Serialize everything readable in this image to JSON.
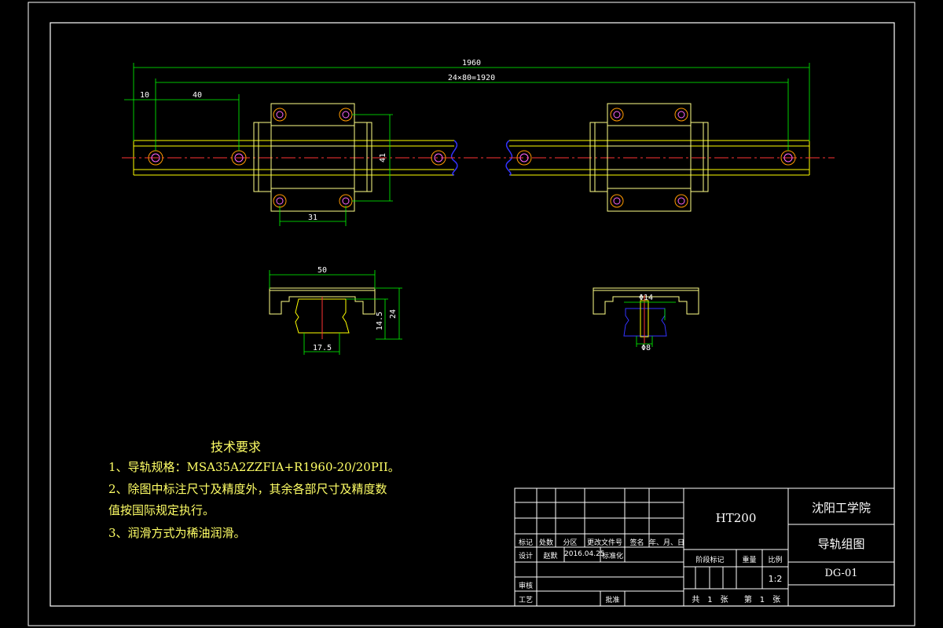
{
  "dimensions": {
    "overall_length": "1960",
    "pitch_total": "24×80=1920",
    "end_offset": "10",
    "first_pitch": "40",
    "block_height": "41",
    "hole_spacing": "31",
    "section_width": "50",
    "section_height": "24",
    "rail_height": "14.5",
    "rail_width": "17.5",
    "bolt_dia": "Φ14",
    "bolt_hole": "Φ8"
  },
  "tech_requirements": {
    "title": "技术要求",
    "line1": "1、导轨规格：MSA35A2ZZFIA+R1960-20/20PII。",
    "line2": "2、除图中标注尺寸及精度外，其余各部尺寸及精度数",
    "line3": "值按国际规定执行。",
    "line4": "3、润滑方式为稀油润滑。"
  },
  "title_block": {
    "material": "HT200",
    "school": "沈阳工学院",
    "drawing_name": "导轨组图",
    "drawing_no": "DG-01",
    "scale": "1:2",
    "header_mark": "标记",
    "header_count": "处数",
    "header_zone": "分区",
    "header_doc": "更改文件号",
    "header_sign": "签名",
    "header_date": "年、月、日",
    "design_label": "设计",
    "designer": "赵默",
    "design_date": "2016.04.25",
    "standard_label": "标准化",
    "review_label": "审核",
    "process_label": "工艺",
    "approve_label": "批准",
    "stage_label": "阶段标记",
    "weight_label": "重量",
    "scale_label": "比例",
    "sheets_total": "共　1　张",
    "sheet_no": "第　1　张"
  },
  "colors": {
    "background": "#000000",
    "rail": "#ffff00",
    "block": "#ffff88",
    "center_line": "#ff3333",
    "dimension": "#00ff00",
    "hole": "#ff66ff",
    "border": "#ffffff",
    "text": "#ffff66",
    "break_line": "#3333ff"
  }
}
